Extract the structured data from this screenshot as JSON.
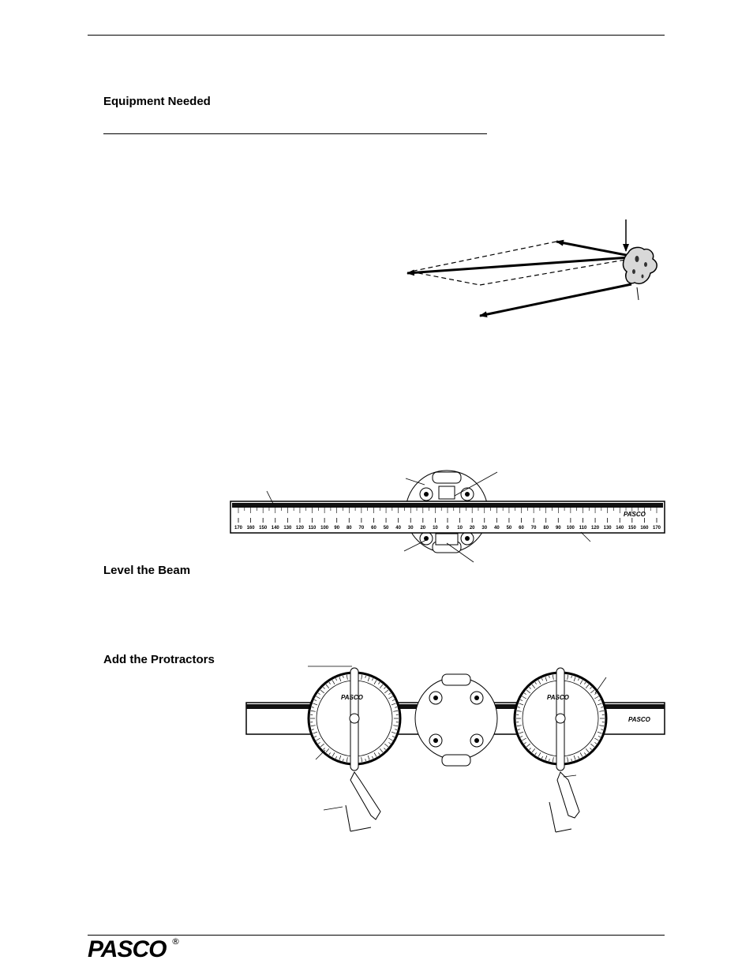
{
  "headings": {
    "equipment": "Equipment Needed",
    "level": "Level the Beam",
    "protractors": "Add the Protractors"
  },
  "beam": {
    "brand": "PASCO",
    "ticks_left": [
      "170",
      "160",
      "150",
      "140",
      "130",
      "120",
      "110",
      "100",
      "90",
      "80",
      "70",
      "60",
      "50",
      "40",
      "30",
      "20",
      "10"
    ],
    "center": "0",
    "ticks_right": [
      "10",
      "20",
      "30",
      "40",
      "50",
      "60",
      "70",
      "80",
      "90",
      "100",
      "110",
      "120",
      "130",
      "140",
      "150",
      "160",
      "170"
    ]
  },
  "footer": {
    "logo": "PASCO",
    "registered": "®"
  },
  "icons": [
    "force-arrow-icon",
    "rock-icon",
    "pasco-logo-icon"
  ]
}
